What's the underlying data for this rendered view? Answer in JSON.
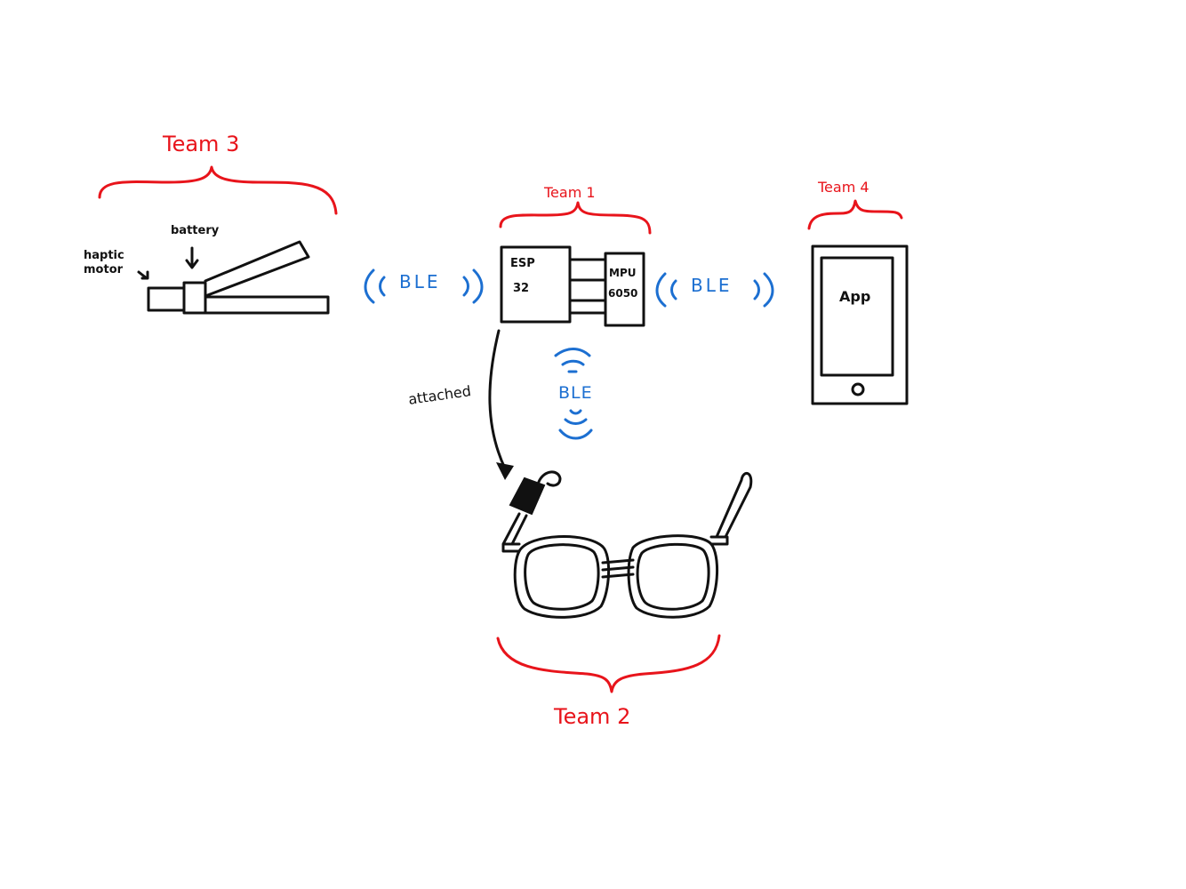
{
  "teams": {
    "team3": "Team 3",
    "team1": "Team 1",
    "team4": "Team 4",
    "team2": "Team 2"
  },
  "haptic": {
    "motor_label": "haptic motor",
    "battery_label": "battery"
  },
  "module": {
    "esp_line1": "ESP",
    "esp_line2": "32",
    "mpu_line1": "MPU",
    "mpu_line2": "6050"
  },
  "links": {
    "ble_left": "BLE",
    "ble_right": "BLE",
    "ble_down": "BLE",
    "attached": "attached"
  },
  "phone": {
    "app_label": "App"
  },
  "colors": {
    "team_label": "#e8141b",
    "ble": "#1c6fd1",
    "ink": "#111111"
  }
}
